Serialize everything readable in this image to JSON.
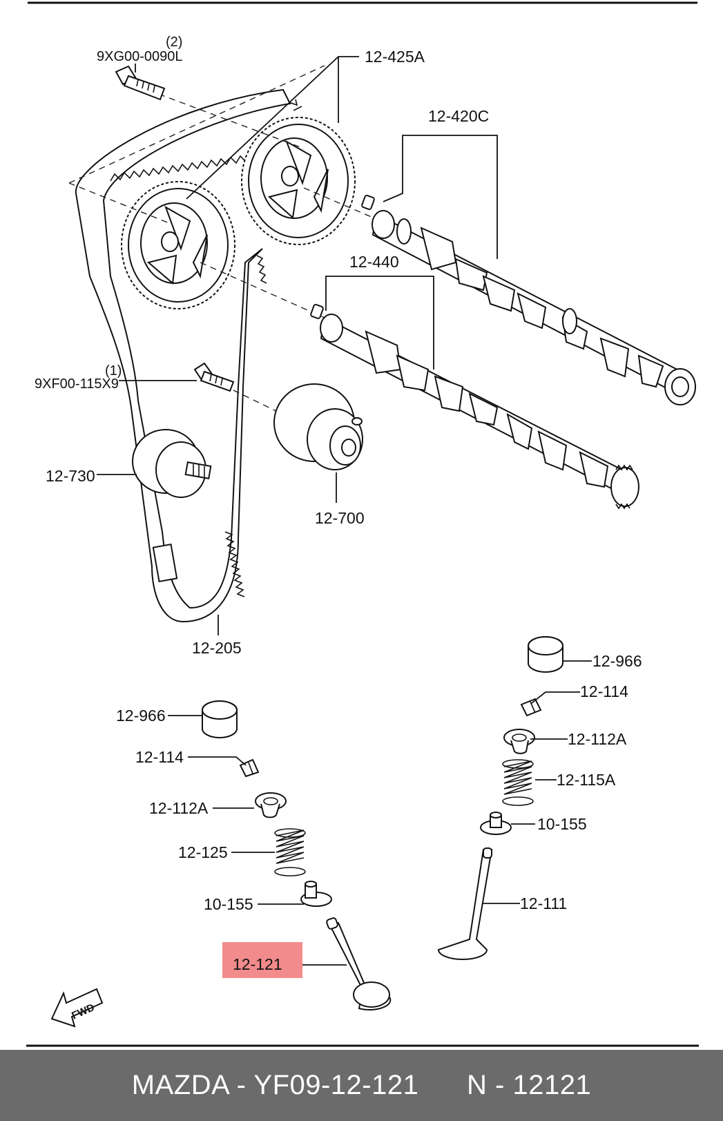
{
  "diagram": {
    "labels": {
      "bolt_top_qty": "(2)",
      "bolt_top_code": "9XG00-0090L",
      "sprocket": "12-425A",
      "camshaft_exhaust": "12-420C",
      "camshaft_intake": "12-440",
      "bolt_mid_qty": "(1)",
      "bolt_mid_code": "9XF00-115X9",
      "idler": "12-730",
      "tensioner": "12-700",
      "timing_belt": "12-205",
      "tappet_right": "12-966",
      "keeper_right": "12-114",
      "retainer_right": "12-112A",
      "spring_right": "12-115A",
      "seal_right": "10-155",
      "valve_exhaust": "12-111",
      "tappet_left": "12-966",
      "keeper_left": "12-114",
      "retainer_left": "12-112A",
      "spring_left": "12-125",
      "seal_left": "10-155",
      "valve_intake": "12-121"
    },
    "fwd_label": "FWD",
    "highlight_color": "#f28b8b"
  },
  "footer": {
    "brand_part": "MAZDA - YF09-12-121",
    "alt_part": "N - 12121"
  }
}
